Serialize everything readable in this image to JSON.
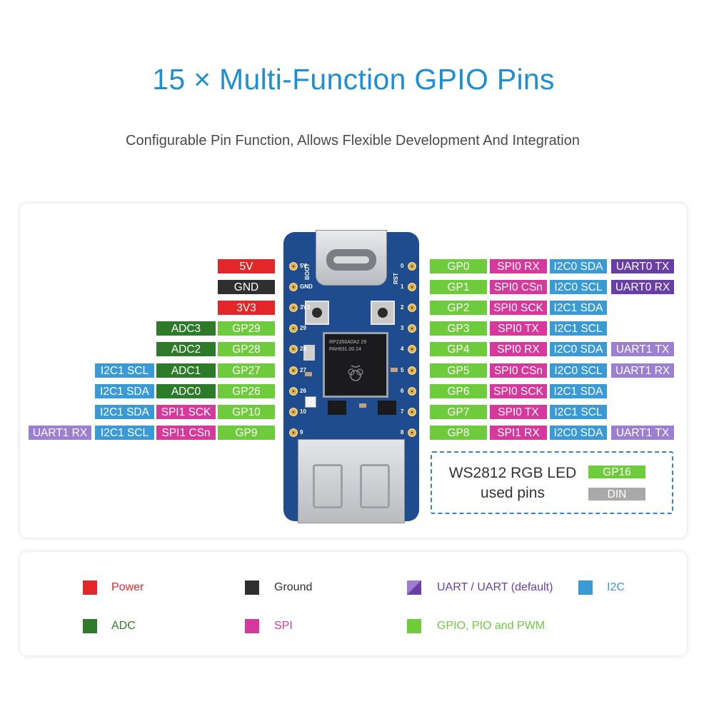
{
  "title": "15 × Multi-Function GPIO Pins",
  "subtitle": "Configurable Pin Function, Allows Flexible Development And Integration",
  "colors": {
    "power": "#e52628",
    "ground": "#2f2f2f",
    "adc": "#2d7a2a",
    "gpio": "#6ecb3c",
    "spi": "#d6389b",
    "i2c": "#3a9ad6",
    "uart": "#6a3fa5",
    "uart_default": "#9c7fd0",
    "din": "#a9a9a9",
    "pcb": "#1f4b8f"
  },
  "board": {
    "left_silkscreen": [
      "5V",
      "GND",
      "3V3",
      "29",
      "28",
      "27",
      "26",
      "10",
      "9"
    ],
    "right_silkscreen": [
      "0",
      "1",
      "2",
      "3",
      "4",
      "5",
      "6",
      "7",
      "8"
    ],
    "boot_label": "BOOT",
    "rst_label": "RST",
    "chip_text": [
      "RP2350A0A2 29",
      "PAH931.00 24"
    ]
  },
  "left_pins": [
    {
      "tags": [
        {
          "text": "5V",
          "type": "power"
        }
      ]
    },
    {
      "tags": [
        {
          "text": "GND",
          "type": "ground"
        }
      ]
    },
    {
      "tags": [
        {
          "text": "3V3",
          "type": "power"
        }
      ]
    },
    {
      "tags": [
        {
          "text": "GP29",
          "type": "gpio"
        },
        {
          "text": "ADC3",
          "type": "adc"
        }
      ]
    },
    {
      "tags": [
        {
          "text": "GP28",
          "type": "gpio"
        },
        {
          "text": "ADC2",
          "type": "adc"
        }
      ]
    },
    {
      "tags": [
        {
          "text": "GP27",
          "type": "gpio"
        },
        {
          "text": "ADC1",
          "type": "adc"
        },
        {
          "text": "I2C1 SCL",
          "type": "i2c"
        }
      ]
    },
    {
      "tags": [
        {
          "text": "GP26",
          "type": "gpio"
        },
        {
          "text": "ADC0",
          "type": "adc"
        },
        {
          "text": "I2C1 SDA",
          "type": "i2c"
        }
      ]
    },
    {
      "tags": [
        {
          "text": "GP10",
          "type": "gpio"
        },
        {
          "text": "SPI1 SCK",
          "type": "spi"
        },
        {
          "text": "I2C1 SDA",
          "type": "i2c"
        }
      ]
    },
    {
      "tags": [
        {
          "text": "GP9",
          "type": "gpio"
        },
        {
          "text": "SPI1 CSn",
          "type": "spi"
        },
        {
          "text": "I2C1 SCL",
          "type": "i2c"
        },
        {
          "text": "UART1 RX",
          "type": "uart_default"
        }
      ]
    }
  ],
  "right_pins": [
    {
      "tags": [
        {
          "text": "GP0",
          "type": "gpio"
        },
        {
          "text": "SPI0 RX",
          "type": "spi"
        },
        {
          "text": "I2C0 SDA",
          "type": "i2c"
        },
        {
          "text": "UART0 TX",
          "type": "uart"
        }
      ]
    },
    {
      "tags": [
        {
          "text": "GP1",
          "type": "gpio"
        },
        {
          "text": "SPI0 CSn",
          "type": "spi"
        },
        {
          "text": "I2C0 SCL",
          "type": "i2c"
        },
        {
          "text": "UART0 RX",
          "type": "uart"
        }
      ]
    },
    {
      "tags": [
        {
          "text": "GP2",
          "type": "gpio"
        },
        {
          "text": "SPI0 SCK",
          "type": "spi"
        },
        {
          "text": "I2C1 SDA",
          "type": "i2c"
        }
      ]
    },
    {
      "tags": [
        {
          "text": "GP3",
          "type": "gpio"
        },
        {
          "text": "SPI0 TX",
          "type": "spi"
        },
        {
          "text": "I2C1 SCL",
          "type": "i2c"
        }
      ]
    },
    {
      "tags": [
        {
          "text": "GP4",
          "type": "gpio"
        },
        {
          "text": "SPI0 RX",
          "type": "spi"
        },
        {
          "text": "I2C0 SDA",
          "type": "i2c"
        },
        {
          "text": "UART1 TX",
          "type": "uart_default"
        }
      ]
    },
    {
      "tags": [
        {
          "text": "GP5",
          "type": "gpio"
        },
        {
          "text": "SPI0 CSn",
          "type": "spi"
        },
        {
          "text": "I2C0 SCL",
          "type": "i2c"
        },
        {
          "text": "UART1 RX",
          "type": "uart_default"
        }
      ]
    },
    {
      "tags": [
        {
          "text": "GP6",
          "type": "gpio"
        },
        {
          "text": "SPI0 SCK",
          "type": "spi"
        },
        {
          "text": "I2C1 SDA",
          "type": "i2c"
        }
      ]
    },
    {
      "tags": [
        {
          "text": "GP7",
          "type": "gpio"
        },
        {
          "text": "SPI0 TX",
          "type": "spi"
        },
        {
          "text": "I2C1 SCL",
          "type": "i2c"
        }
      ]
    },
    {
      "tags": [
        {
          "text": "GP8",
          "type": "gpio"
        },
        {
          "text": "SPI1 RX",
          "type": "spi"
        },
        {
          "text": "I2C0 SDA",
          "type": "i2c"
        },
        {
          "text": "UART1 TX",
          "type": "uart_default"
        }
      ]
    }
  ],
  "ws2812": {
    "title": "WS2812 RGB LED",
    "subtitle": "used pins",
    "pin": {
      "text": "GP16",
      "type": "gpio"
    },
    "signal": {
      "text": "DIN",
      "type": "din"
    }
  },
  "legend": [
    {
      "label": "Power",
      "type": "power",
      "text_color": "#e52628"
    },
    {
      "label": "Ground",
      "type": "ground",
      "text_color": "#333333"
    },
    {
      "label": "UART / UART (default)",
      "type": "uart",
      "text_color": "#6a3fa5"
    },
    {
      "label": "I2C",
      "type": "i2c",
      "text_color": "#3a9ad6"
    },
    {
      "label": "ADC",
      "type": "adc",
      "text_color": "#2d7a2a"
    },
    {
      "label": "SPI",
      "type": "spi",
      "text_color": "#d6389b"
    },
    {
      "label": "GPIO, PIO and PWM",
      "type": "gpio",
      "text_color": "#6ecb3c"
    }
  ]
}
